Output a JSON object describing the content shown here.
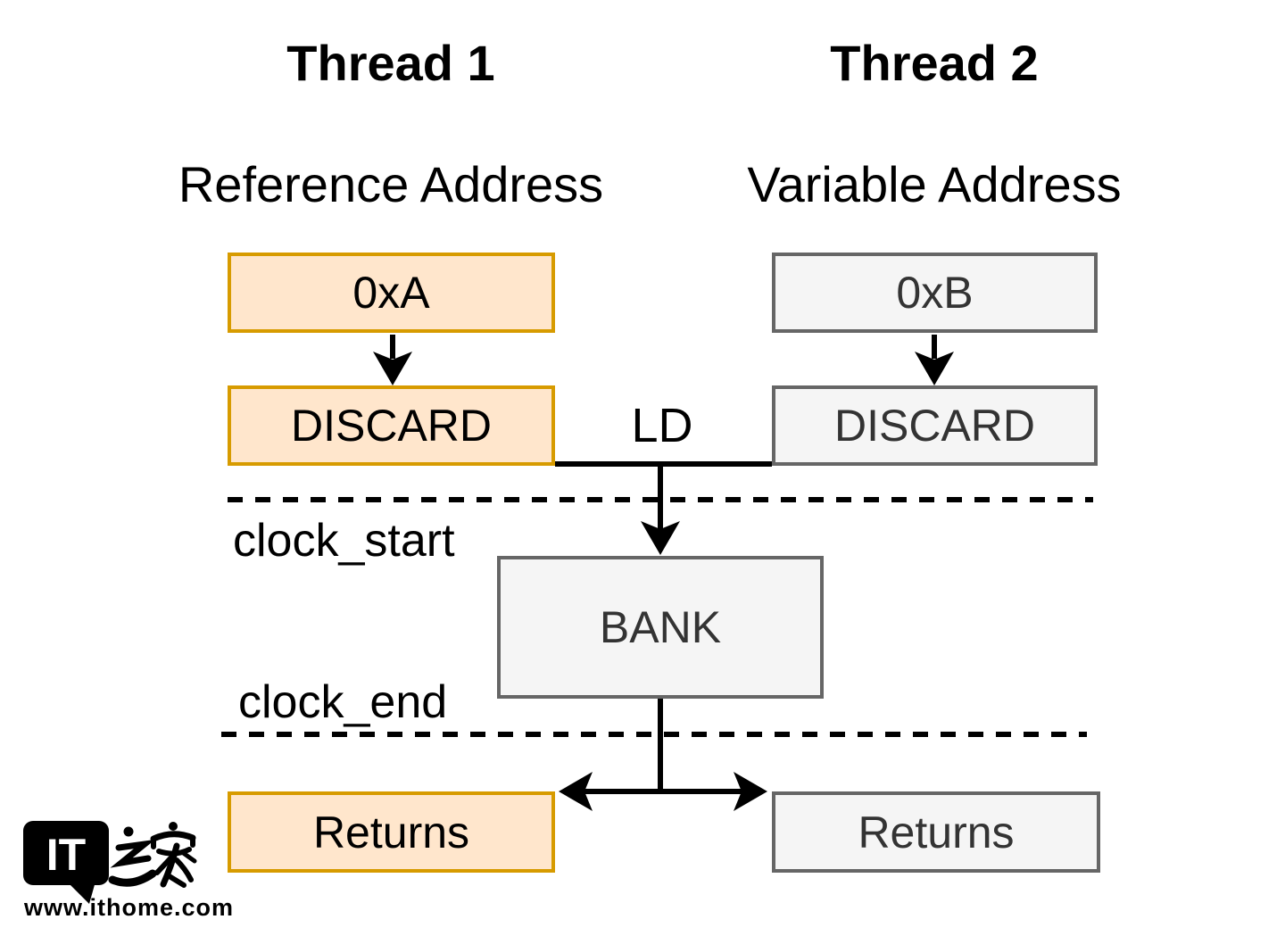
{
  "page": {
    "background": "#ffffff"
  },
  "colors": {
    "orange_fill": "#FFE6CC",
    "orange_stroke": "#D79B00",
    "gray_fill": "#F5F5F5",
    "gray_stroke": "#666666",
    "gray_box_text": "#333333",
    "line_color": "#000000"
  },
  "columns": {
    "thread1": {
      "title": "Thread 1",
      "subtitle": "Reference Address",
      "address_box": "0xA",
      "discard_box": "DISCARD",
      "returns_box": "Returns"
    },
    "thread2": {
      "title": "Thread 2",
      "subtitle": "Variable Address",
      "address_box": "0xB",
      "discard_box": "DISCARD",
      "returns_box": "Returns"
    }
  },
  "center": {
    "ld_label": "LD",
    "bank_box": "BANK",
    "clock_start_label": "clock_start",
    "clock_end_label": "clock_end"
  },
  "watermark": {
    "bubble_text": "IT",
    "cjk_text": "之家",
    "url": "www.ithome.com"
  }
}
